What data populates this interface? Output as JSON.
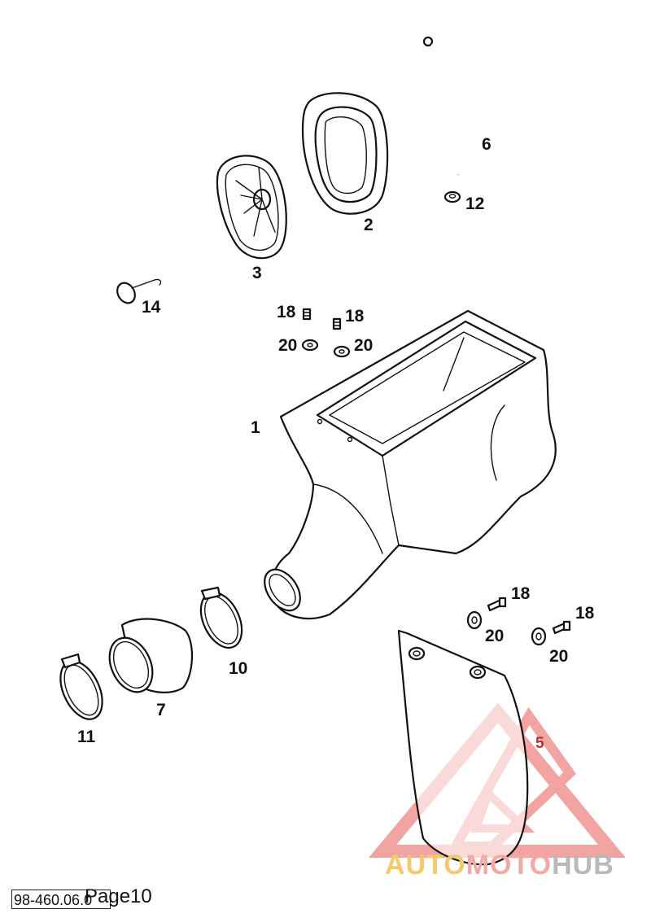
{
  "callouts": {
    "c1": "1",
    "c2": "2",
    "c3": "3",
    "c5": "5",
    "c6": "6",
    "c7": "7",
    "c10": "10",
    "c11": "11",
    "c12": "12",
    "c14": "14",
    "c18a": "18",
    "c18b": "18",
    "c18c": "18",
    "c18d": "18",
    "c20a": "20",
    "c20b": "20",
    "c20c": "20",
    "c20d": "20"
  },
  "watermark": {
    "word1": "AUTO",
    "word2": "MOTO",
    "word3": "HUB"
  },
  "footer": {
    "code": "98-460.06.0",
    "page": "Page10"
  },
  "colors": {
    "line": "#111111",
    "watermark_red": "#e65a55",
    "watermark_gold": "#f2c96b",
    "watermark_gray": "#b9b9b9"
  }
}
